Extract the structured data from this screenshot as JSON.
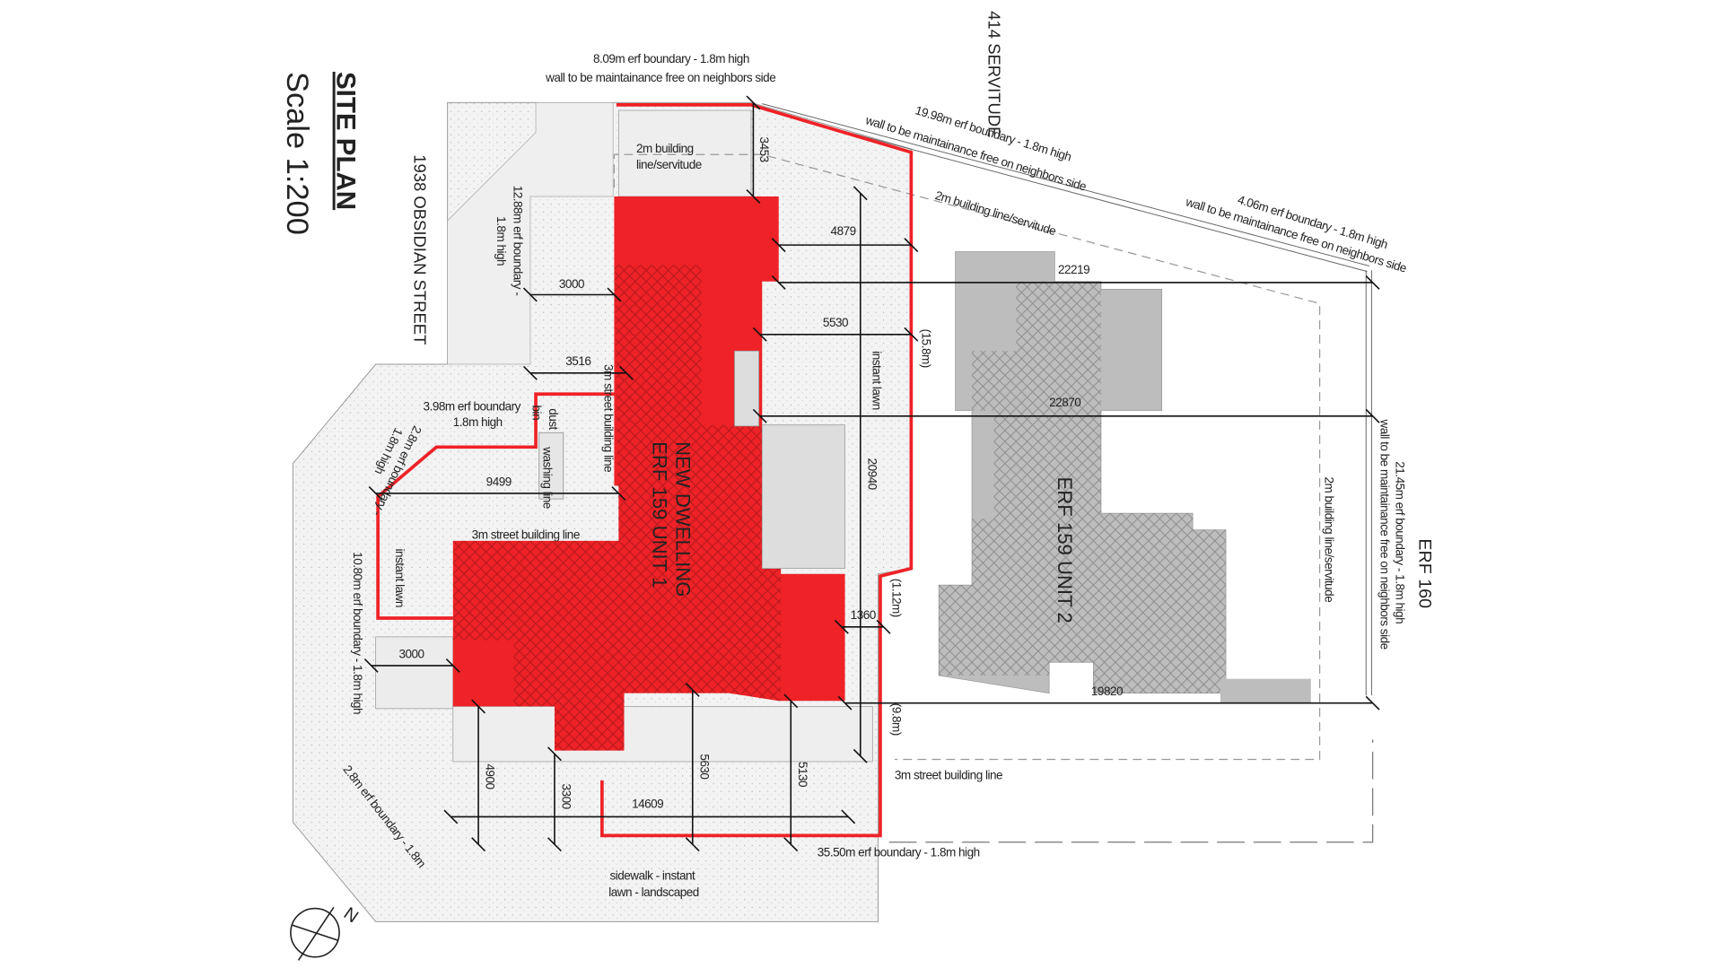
{
  "title": "SITE PLAN",
  "scale": "Scale 1:200",
  "street": "1938 OBSIDIAN STREET",
  "servitude": "414 SERVITUDE",
  "erf160": "ERF 160",
  "unit1": {
    "line1": "NEW DWELLING",
    "line2": "ERF 159 UNIT 1"
  },
  "unit2": "ERF 159 UNIT 2",
  "notes": {
    "top_boundary_1": "8.09m erf boundary - 1.8m high",
    "top_boundary_2": "wall to be maintainance free on neighbors side",
    "diag_boundary_1": "19.98m erf boundary - 1.8m high",
    "diag_boundary_2": "wall to be maintainance free on neighbors side",
    "diag2_boundary_1": "4.06m erf boundary - 1.8m high",
    "diag2_boundary_2": "wall to be maintainance free on neighbors side",
    "right_boundary_1": "21.45m erf boundary - 1.8m high",
    "right_boundary_2": "wall to be maintainance free on neighbors side",
    "building_line_top": "2m building line/servitude",
    "building_line_top_a": "2m building",
    "building_line_top_b": "line/servitude",
    "building_line_right": "2m building line/servitude",
    "left_boundary_1": "12.88m erf boundary -",
    "left_boundary_2": "1.8m high",
    "small_boundary_1": "3.98m erf boundary",
    "small_boundary_2": "1.8m high",
    "diag_small_1": "2.8m erf boundary -",
    "diag_small_2": "1.8m high",
    "dustbin": "dust",
    "bin": "bin",
    "washing_line": "washing line",
    "street_line_vert": "3m street building line",
    "street_line_mid": "3m street building line",
    "street_line_bottom": "3m street building line",
    "instant_lawn_left": "instant lawn",
    "instant_lawn_right": "instant lawn",
    "left_lower_boundary": "10.80m erf boundary - 1.8m high",
    "lower_left_diag": "2.8m erf boundary - 1.8m",
    "bottom_boundary": "35.50m erf boundary - 1.8m high",
    "sidewalk_1": "sidewalk - instant",
    "sidewalk_2": "lawn - landscaped",
    "h1": "(15.8m)",
    "h2": "(1.12m)",
    "h3": "(9.8m)"
  },
  "dims": {
    "d3453": "3453",
    "d4879": "4879",
    "d22219": "22219",
    "d3000a": "3000",
    "d5530": "5530",
    "d3516": "3516",
    "d22870": "22870",
    "d20940": "20940",
    "d9499": "9499",
    "d1360": "1360",
    "d3000b": "3000",
    "d19820": "19820",
    "d4900": "4900",
    "d3300": "3300",
    "d5630": "5630",
    "d5130": "5130",
    "d14609": "14609"
  },
  "north": "N",
  "colors": {
    "red": "#ee2227",
    "gray": "#bdbdbd",
    "site": "#f2f2f2"
  }
}
